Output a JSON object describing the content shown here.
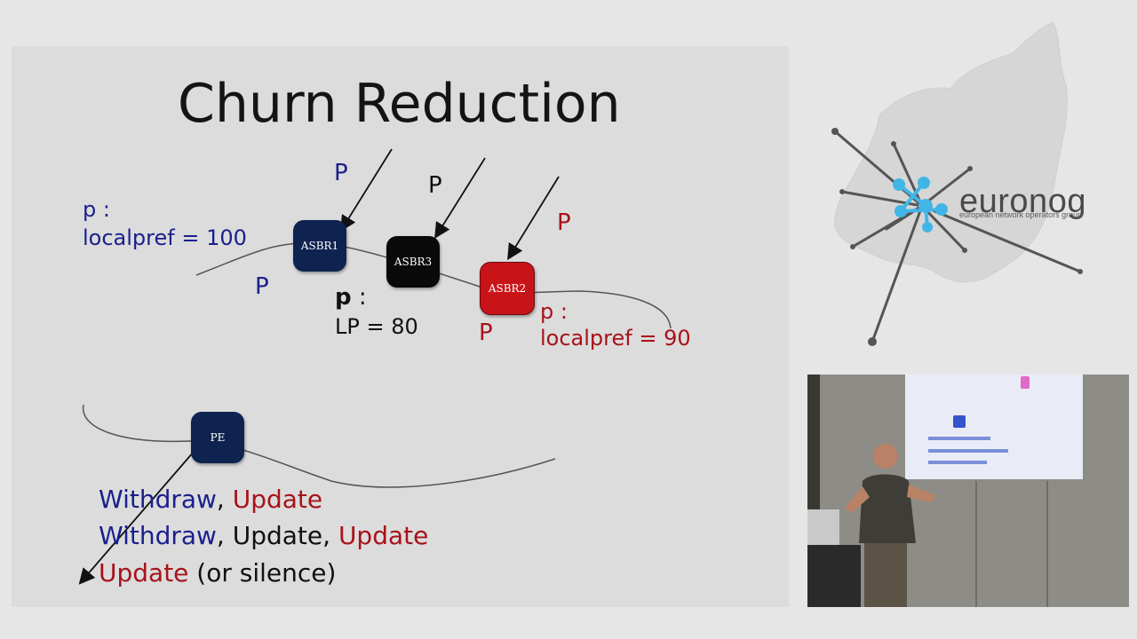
{
  "slide": {
    "title": "Churn Reduction",
    "routers": {
      "asbr1": "ASBR1",
      "asbr3": "ASBR3",
      "asbr2": "ASBR2",
      "pe": "PE"
    },
    "labels": {
      "p_top_blue": "P",
      "p_top_black": "P",
      "p_top_red": "P",
      "asbr1_prefix": "p :",
      "asbr1_pref": "localpref = 100",
      "p_low_blue": "P",
      "asbr3_prefix": "p",
      "asbr3_colon": " :",
      "asbr3_pref": "LP = 80",
      "p_low_red": "P",
      "asbr2_prefix": "p :",
      "asbr2_pref": "localpref = 90"
    },
    "messages": [
      [
        {
          "text": "Withdraw",
          "color": "blue"
        },
        {
          "text": ", ",
          "color": "black"
        },
        {
          "text": "Update",
          "color": "red"
        }
      ],
      [
        {
          "text": "Withdraw",
          "color": "blue"
        },
        {
          "text": ", Update, ",
          "color": "black"
        },
        {
          "text": "Update",
          "color": "red"
        }
      ],
      [
        {
          "text": "Update",
          "color": "red"
        },
        {
          "text": " (or silence)",
          "color": "black"
        }
      ]
    ],
    "colors": {
      "blue": "#1a1f8c",
      "red": "#a8121a",
      "node_blue": "#0f2350",
      "node_black": "#0a0a0a",
      "node_red": "#c81419"
    }
  },
  "branding": {
    "name": "euronog",
    "tagline": "european network operators group",
    "icon": "europe-network-map-icon"
  },
  "video": {
    "icon": "presenter-camera-feed"
  }
}
